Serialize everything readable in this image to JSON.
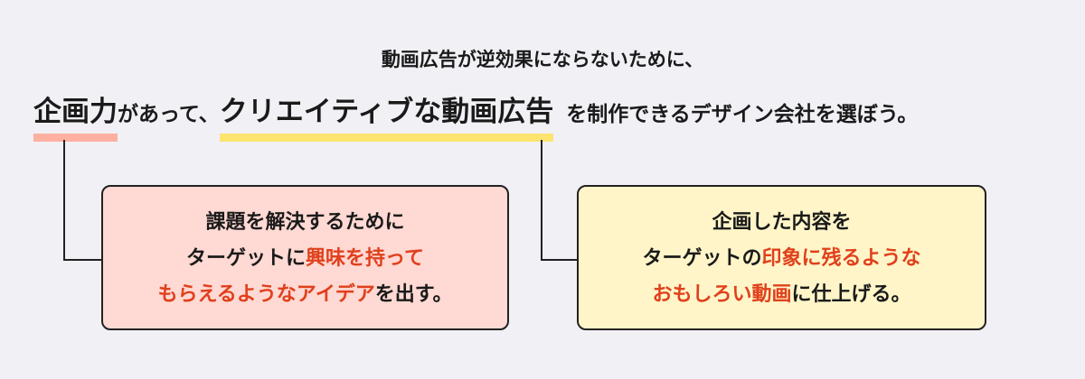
{
  "heading": {
    "line1": "動画広告が逆効果にならないために、",
    "kikaku": "企画力",
    "connector1": "があって、",
    "creative": "クリエイティブな動画広告",
    "rest": "を制作できるデザイン会社を選ぼう。"
  },
  "colors": {
    "pink_underline": "#ffb0a0",
    "yellow_underline": "#fce46e",
    "pink_box": "#ffd9d3",
    "yellow_box": "#fff5c8",
    "accent_red": "#e0401c"
  },
  "box_left": {
    "line1": "課題を解決するために",
    "line2_a": "ターゲットに",
    "line2_b": "興味を持って",
    "line3_a": "もらえるようなアイデア",
    "line3_b": "を出す。"
  },
  "box_right": {
    "line1": "企画した内容を",
    "line2_a": "ターゲットの",
    "line2_b": "印象に残るような",
    "line3_a": "おもしろい動画",
    "line3_b": "に仕上げる。"
  }
}
